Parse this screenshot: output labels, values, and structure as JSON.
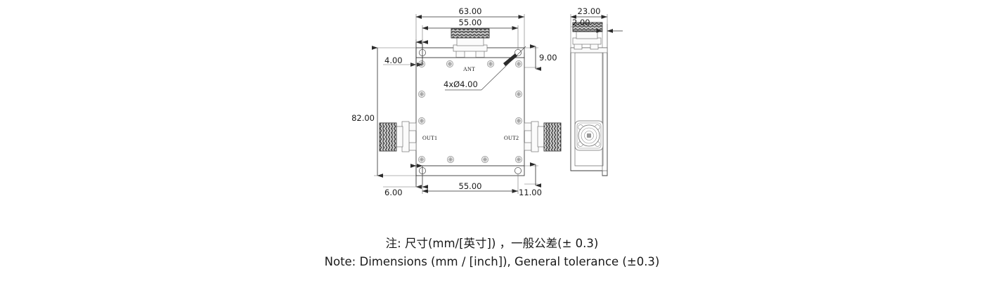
{
  "drawing": {
    "title": "RF power divider / splitter outline drawing",
    "units": "mm",
    "views": [
      {
        "name": "front-view",
        "label": ""
      },
      {
        "name": "side-view",
        "label": ""
      }
    ]
  },
  "front_view": {
    "dimensions": {
      "overall_width": "63.00",
      "hole_pitch_width_top": "55.00",
      "hole_pitch_width_bottom": "55.00",
      "overall_height": "82.00",
      "left_edge_offset": "4.00",
      "right_edge_offset": "9.00",
      "bottom_left_offset": "6.00",
      "bottom_right_offset": "11.00"
    },
    "annotations": {
      "hole_callout": "4xØ4.00"
    },
    "ports": {
      "antenna": "ANT",
      "output_1": "OUT1",
      "output_2": "OUT2"
    }
  },
  "side_view": {
    "dimensions": {
      "overall_depth": "23.00",
      "flange_thickness": "2.00"
    }
  },
  "notes": {
    "chinese": "注: 尺寸(mm/[英寸]) ，一般公差(± 0.3)",
    "english": "Note: Dimensions (mm / [inch]), General tolerance (±0.3)"
  },
  "colors": {
    "line": "#3b3b3b",
    "dimension": "#2b2b2b",
    "extension": "#6f6f6f",
    "text": "#1a1a1a",
    "background": "#ffffff",
    "knurl": "#c9c9c9"
  }
}
